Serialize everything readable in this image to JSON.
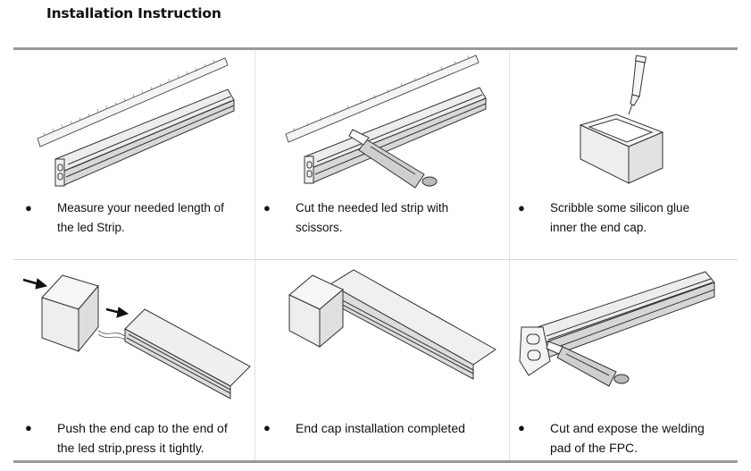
{
  "title": "Installation Instruction",
  "bullet": "●",
  "steps": [
    {
      "line1": "Measure your needed length of",
      "line2": "the led Strip."
    },
    {
      "line1": "Cut the needed led strip with",
      "line2": "scissors."
    },
    {
      "line1": "Scribble some silicon glue",
      "line2": "inner the end cap."
    },
    {
      "line1": "Push the end cap to the end of",
      "line2": "the led strip,press it tightly."
    },
    {
      "line1": "End cap installation completed",
      "line2": ""
    },
    {
      "line1": "Cut and expose the welding",
      "line2": "pad of the FPC."
    }
  ],
  "icons": [
    "ruler-illustration",
    "profile-illustration",
    "cutter-knife-illustration",
    "glue-tube-illustration",
    "end-cap-illustration",
    "arrow-icon"
  ]
}
